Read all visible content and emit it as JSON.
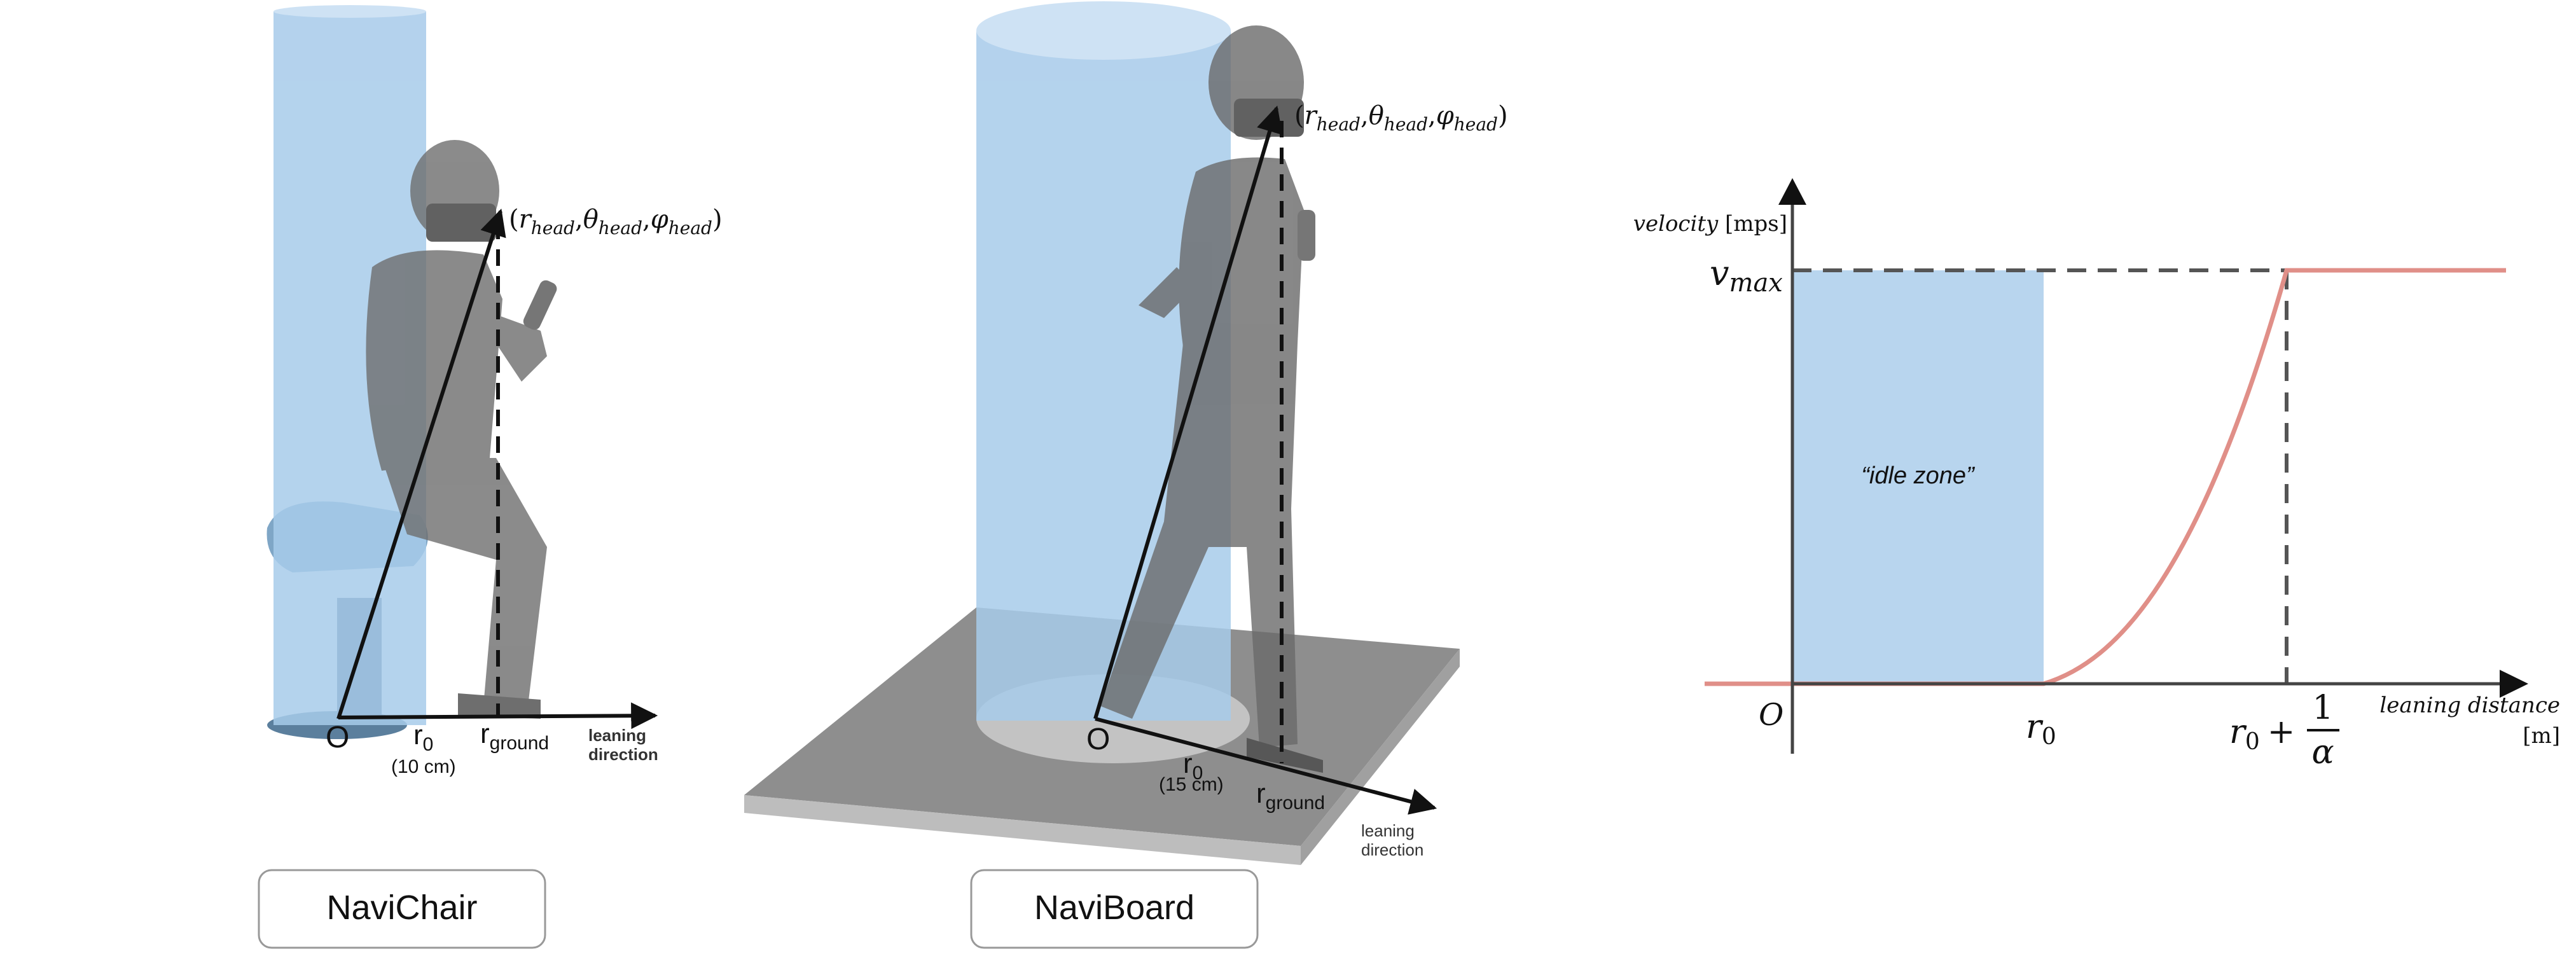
{
  "colors": {
    "zone_fill": "#b8d5ee",
    "cylinder": "#a7cbea",
    "curve": "#e08f88",
    "axis": "#444444",
    "figure_dark": "#5e5e5e",
    "board": "#8e8e8e",
    "idle_text": "#1d2f6a"
  },
  "left_panel": {
    "caption": "NaviChair",
    "head_label": {
      "open": "(",
      "r": "r",
      "r_sub": "head",
      "theta": "θ",
      "theta_sub": "head",
      "phi": "φ",
      "phi_sub": "head",
      "close": ")",
      "sep": ","
    },
    "origin": "O",
    "r0": "r",
    "r0_sub": "0",
    "r0_value": "(10 cm)",
    "rground": "r",
    "rground_sub": "ground",
    "direction_line1": "leaning",
    "direction_line2": "direction"
  },
  "middle_panel": {
    "caption": "NaviBoard",
    "head_label": {
      "open": "(",
      "r": "r",
      "r_sub": "head",
      "theta": "θ",
      "theta_sub": "head",
      "phi": "φ",
      "phi_sub": "head",
      "close": ")",
      "sep": ","
    },
    "origin": "O",
    "r0": "r",
    "r0_sub": "0",
    "r0_value": "(15 cm)",
    "rground": "r",
    "rground_sub": "ground",
    "direction_line1": "leaning",
    "direction_line2": "direction"
  },
  "right_panel": {
    "ylabel": "velocity",
    "ylabel_unit": "[mps]",
    "vmax": "v",
    "vmax_sub": "max",
    "origin": "O",
    "r0": "r",
    "r0_sub": "0",
    "r0_plus": "+",
    "frac_num": "1",
    "frac_den": "α",
    "xlabel": "leaning distance",
    "xlabel_unit": "[m]",
    "idle_zone": "“idle zone”"
  }
}
